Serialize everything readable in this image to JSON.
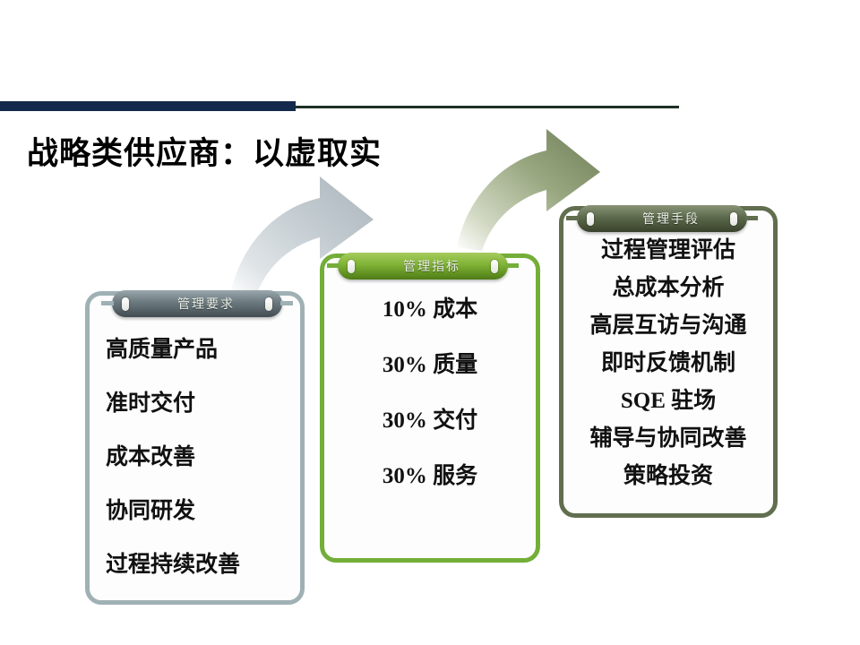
{
  "slide": {
    "title": "战略类供应商：以虚取实",
    "background_color": "#ffffff",
    "header": {
      "thick_bar_color": "#14294b",
      "thin_bar_color": "#1d3026"
    }
  },
  "panels": [
    {
      "id": "management-requirements",
      "header_label": "管理要求",
      "accent_color": "#9fb1b5",
      "items": [
        "高质量产品",
        "准时交付",
        "成本改善",
        "协同研发",
        "过程持续改善"
      ]
    },
    {
      "id": "management-metrics",
      "header_label": "管理指标",
      "accent_color": "#73ae38",
      "items": [
        "10% 成本",
        "30% 质量",
        "30% 交付",
        "30% 服务"
      ]
    },
    {
      "id": "management-methods",
      "header_label": "管理手段",
      "accent_color": "#616e4f",
      "items": [
        "过程管理评估",
        "总成本分析",
        "高层互访与沟通",
        "即时反馈机制",
        "SQE 驻场",
        "辅导与协同改善",
        "策略投资"
      ]
    }
  ],
  "arrows": [
    {
      "id": "arrow-requirements-to-metrics",
      "color": "#b6bfc4",
      "direction": "up-right"
    },
    {
      "id": "arrow-metrics-to-methods",
      "color": "#7d8e63",
      "direction": "up-right"
    }
  ]
}
